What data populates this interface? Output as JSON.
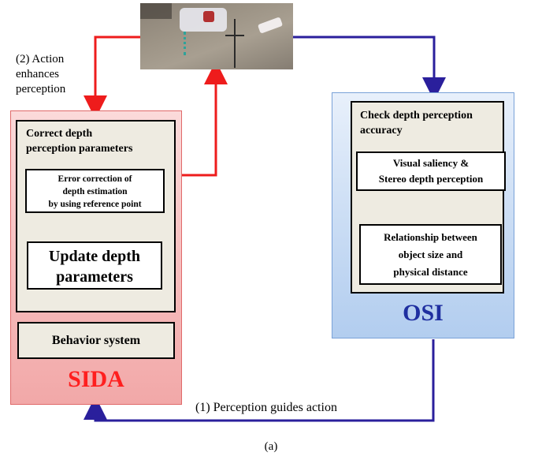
{
  "feedback_left_label": "(2) Action enhances perception",
  "feedback_left_lines": [
    "(2) Action",
    "enhances",
    "perception"
  ],
  "feedback_bottom_label": "(1) Perception guides action",
  "caption": "(a)",
  "sida": {
    "title": "SIDA",
    "inner_heading_lines": [
      "Correct depth",
      "perception parameters"
    ],
    "error_box_lines": [
      "Error correction of",
      "depth estimation",
      "by using reference point"
    ],
    "update_box_lines": [
      "Update depth",
      "parameters"
    ],
    "behavior_label": "Behavior system"
  },
  "osi": {
    "title": "OSI",
    "inner_heading_lines": [
      "Check depth perception",
      "accuracy"
    ],
    "saliency_box_lines": [
      "Visual saliency &",
      "Stereo depth perception"
    ],
    "relationship_box_lines": [
      "Relationship between",
      "object size and",
      "physical distance"
    ]
  },
  "colors": {
    "red_arrow": "#ee1c1c",
    "blue_arrow": "#2a1f9c",
    "sida_title": "#ff1f1f",
    "osi_title": "#1f2fa0"
  }
}
